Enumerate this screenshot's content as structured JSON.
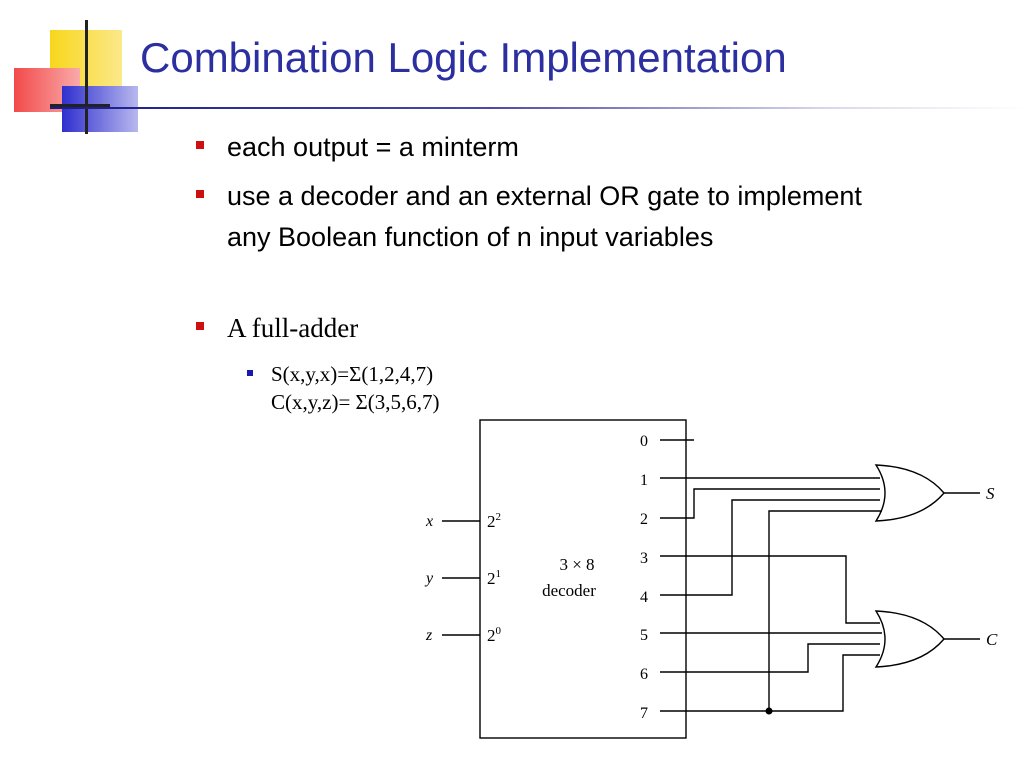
{
  "slide": {
    "title": "Combination Logic Implementation",
    "bullets": [
      "each output = a minterm",
      "use a decoder and an external OR gate to implement any Boolean function of n input variables",
      "A full-adder"
    ],
    "sub_bullet": {
      "line1": "S(x,y,x)=Σ(1,2,4,7)",
      "line2": "C(x,y,z)= Σ(3,5,6,7)"
    }
  },
  "diagram": {
    "decoder_label_line1": "3 × 8",
    "decoder_label_line2": "decoder",
    "inputs": [
      {
        "name": "x",
        "weight": "2",
        "exp": "2"
      },
      {
        "name": "y",
        "weight": "2",
        "exp": "1"
      },
      {
        "name": "z",
        "weight": "2",
        "exp": "0"
      }
    ],
    "outputs": [
      "0",
      "1",
      "2",
      "3",
      "4",
      "5",
      "6",
      "7"
    ],
    "gate_outputs": [
      "S",
      "C"
    ]
  },
  "colors": {
    "title": "#2b2fa0",
    "bullet_marker": "#cc1010",
    "sub_bullet_marker": "#1a1aa8",
    "logo_yellow": "#f8d61c",
    "logo_red": "#f24a4a",
    "logo_blue": "#2f2fcf"
  }
}
